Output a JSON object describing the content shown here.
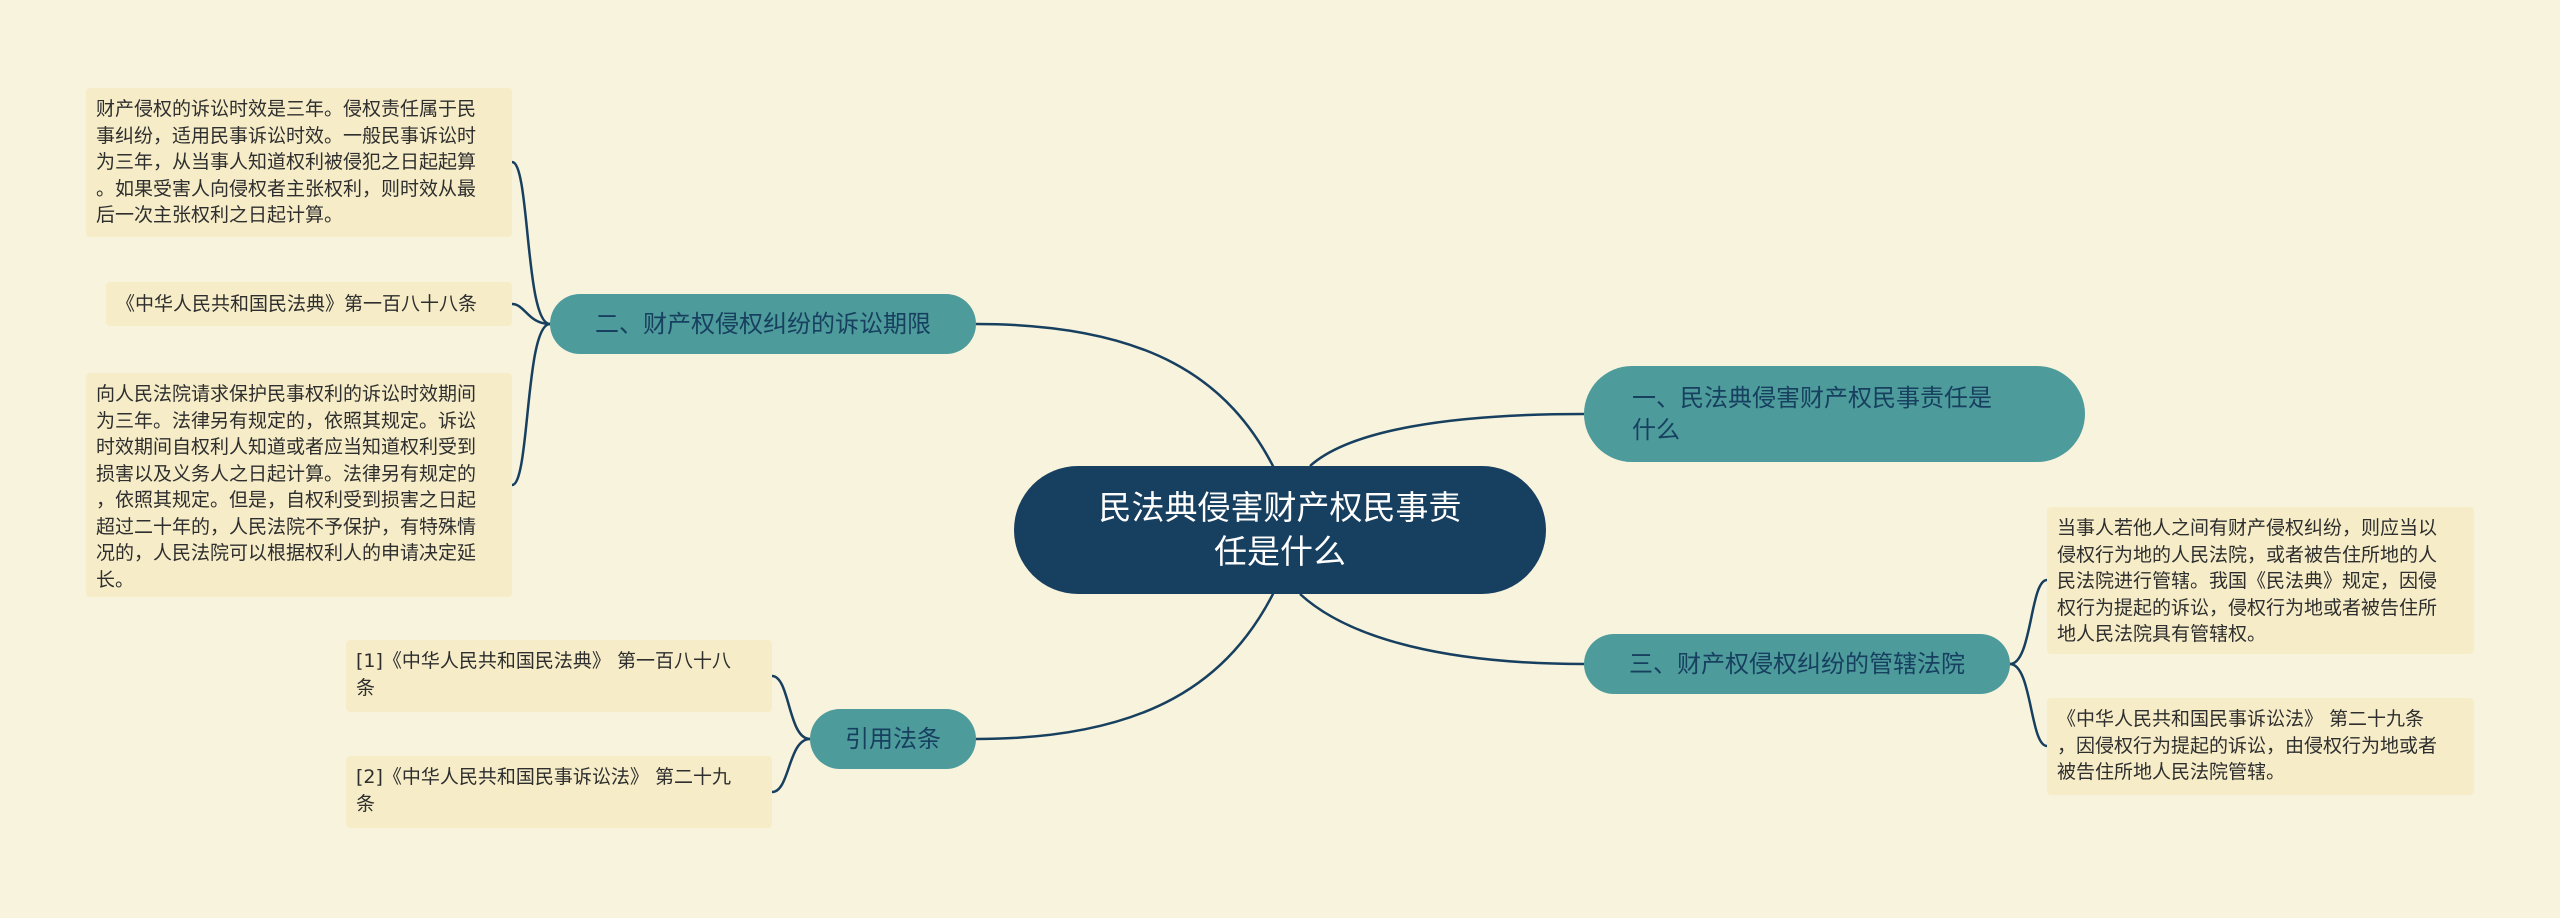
{
  "root": {
    "label": "民法典侵害财产权民事责\n任是什么"
  },
  "branches": [
    {
      "id": "b1",
      "label": "一、民法典侵害财产权民事责任是\n什么"
    },
    {
      "id": "b2",
      "label": "二、财产权侵权纠纷的诉讼期限"
    },
    {
      "id": "b3",
      "label": "三、财产权侵权纠纷的管辖法院"
    },
    {
      "id": "b4",
      "label": "引用法条"
    }
  ],
  "leaves": {
    "b2": [
      "财产侵权的诉讼时效是三年。侵权责任属于民\n事纠纷，适用民事诉讼时效。一般民事诉讼时\n为三年，从当事人知道权利被侵犯之日起起算\n。如果受害人向侵权者主张权利，则时效从最\n后一次主张权利之日起计算。",
      "《中华人民共和国民法典》第一百八十八条",
      "向人民法院请求保护民事权利的诉讼时效期间\n为三年。法律另有规定的，依照其规定。诉讼\n时效期间自权利人知道或者应当知道权利受到\n损害以及义务人之日起计算。法律另有规定的\n，依照其规定。但是，自权利受到损害之日起\n超过二十年的，人民法院不予保护，有特殊情\n况的，人民法院可以根据权利人的申请决定延\n长。"
    ],
    "b3": [
      "当事人若他人之间有财产侵权纠纷，则应当以\n侵权行为地的人民法院，或者被告住所地的人\n民法院进行管辖。我国《民法典》规定，因侵\n权行为提起的诉讼，侵权行为地或者被告住所\n地人民法院具有管辖权。",
      "《中华人民共和国民事诉讼法》 第二十九条\n，因侵权行为提起的诉讼，由侵权行为地或者\n被告住所地人民法院管辖。"
    ],
    "b4": [
      "[1]《中华人民共和国民法典》 第一百八十八\n条",
      "[2]《中华人民共和国民事诉讼法》 第二十九\n条"
    ]
  },
  "colors": {
    "background": "#f8f3dd",
    "root_fill": "#173f5f",
    "branch_fill": "#4d9b9b",
    "leaf_fill": "#f6edc8",
    "connector": "#173f5f"
  }
}
